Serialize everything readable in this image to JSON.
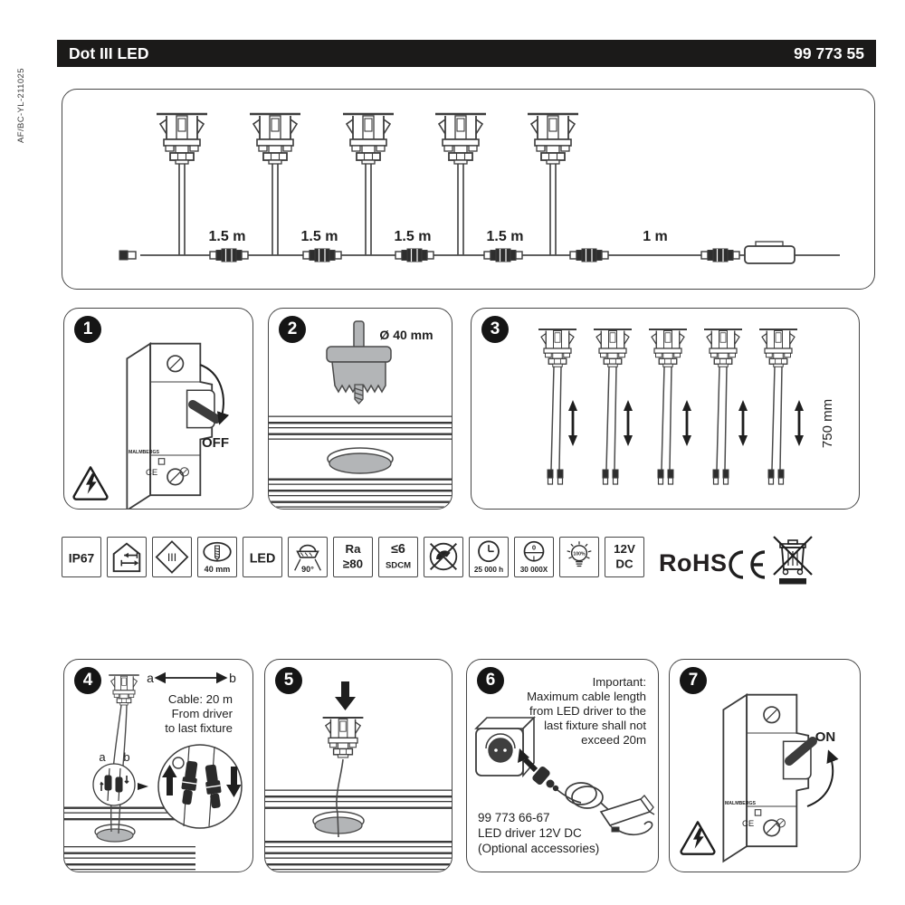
{
  "page": {
    "side_code": "AF/BC-YL-211025"
  },
  "colors": {
    "ink": "#231f20",
    "fill_gray": "#b3b5b7",
    "header_bg": "#1b1a19"
  },
  "header": {
    "title": "Dot III LED",
    "article_number": "99 773 55"
  },
  "wiring": {
    "segments": [
      "1.5 m",
      "1.5 m",
      "1.5 m",
      "1.5 m",
      "1 m"
    ]
  },
  "steps": {
    "s1": {
      "number": "1",
      "action": "OFF",
      "brand": "MALMBERGS",
      "ce": "CE"
    },
    "s2": {
      "number": "2",
      "hole": "Ø 40 mm"
    },
    "s3": {
      "number": "3",
      "depth": "750 mm"
    },
    "s4": {
      "number": "4",
      "a": "a",
      "b": "b",
      "a2": "a",
      "b2": "b",
      "note1": "Cable: 20 m",
      "note2": "From driver",
      "note3": "to last fixture"
    },
    "s5": {
      "number": "5"
    },
    "s6": {
      "number": "6",
      "imp1": "Important:",
      "imp2": "Maximum cable length",
      "imp3": "from LED driver to the",
      "imp4": "last fixture shall not",
      "imp5": "exceed 20m",
      "acc1": "99 773 66-67",
      "acc2": "LED driver 12V DC",
      "acc3": "(Optional accessories)"
    },
    "s7": {
      "number": "7",
      "action": "ON",
      "brand": "MALMBERGS",
      "ce": "CE"
    }
  },
  "icons": {
    "ip67": "IP67",
    "class3": "III",
    "cutout": "40 mm",
    "led": "LED",
    "beam": "90°",
    "ra_line1": "Ra",
    "ra_line2": "≥80",
    "sdcm_line1": "≤6",
    "sdcm_line2": "SDCM",
    "lifetime": "25 000 h",
    "switch_cycles": "30 000X",
    "instant": "100%",
    "voltage_line1": "12V",
    "voltage_line2": "DC"
  },
  "certs": {
    "rohs": "RoHS"
  }
}
